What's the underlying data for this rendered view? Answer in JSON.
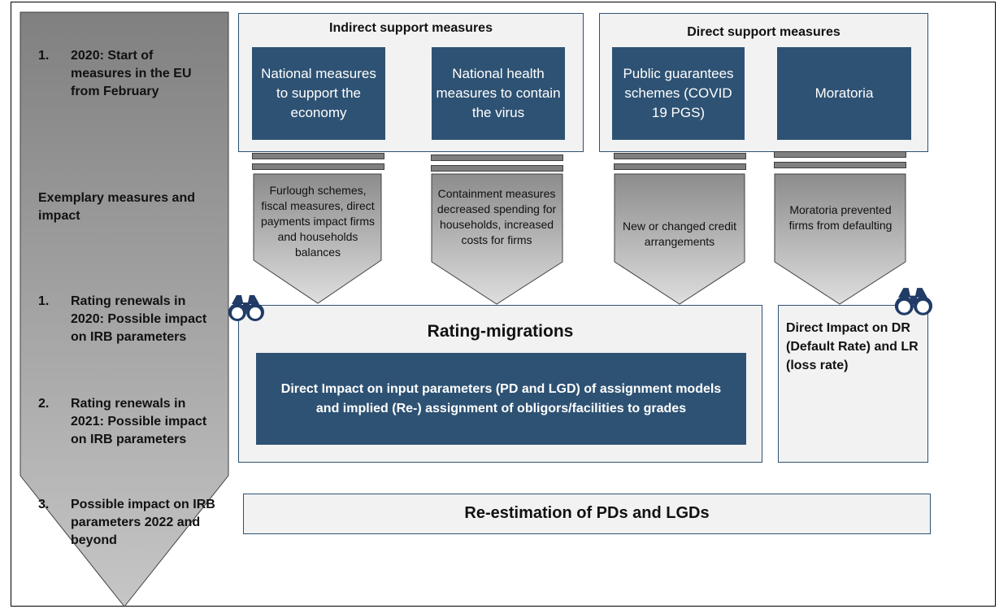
{
  "left_column": {
    "item_1": {
      "num": "1.",
      "text": "2020: Start of measures in the EU from February"
    },
    "exemplary": "Exemplary measures and impact",
    "renewal_2020": {
      "num": "1.",
      "text": "Rating renewals in 2020: Possible impact on IRB parameters"
    },
    "renewal_2021": {
      "num": "2.",
      "text": "Rating renewals in 2021: Possible impact on IRB parameters"
    },
    "impact_2022": {
      "num": "3.",
      "text": "Possible impact on IRB parameters 2022 and beyond"
    }
  },
  "indirect": {
    "title": "Indirect support measures",
    "box1": "National measures to support the economy",
    "box2": "National health measures to contain the virus"
  },
  "direct": {
    "title": "Direct support measures",
    "box1": "Public guarantees schemes (COVID 19 PGS)",
    "box2": "Moratoria"
  },
  "arrows": [
    {
      "text": "Furlough schemes, fiscal measures, direct payments impact firms and households balances"
    },
    {
      "text": "Containment measures decreased spending for households, increased costs for firms"
    },
    {
      "text": "New or changed credit arrangements"
    },
    {
      "text": "Moratoria prevented firms from defaulting"
    }
  ],
  "rating": {
    "title": "Rating-migrations",
    "box": "Direct Impact on input parameters (PD and LGD) of assignment models and implied (Re-) assignment of obligors/facilities to grades"
  },
  "direct_impact": "Direct Impact on DR (Default Rate) and LR (loss rate)",
  "reestimation": "Re-estimation of PDs and LGDs",
  "icons": [
    "binoculars-icon",
    "binoculars-icon"
  ],
  "colors": {
    "dark_blue": "#2e5273",
    "panel_gray": "#f2f2f2",
    "arrow_gray_dark": "#8c8c8c",
    "arrow_gray_light": "#d9d9d9"
  }
}
